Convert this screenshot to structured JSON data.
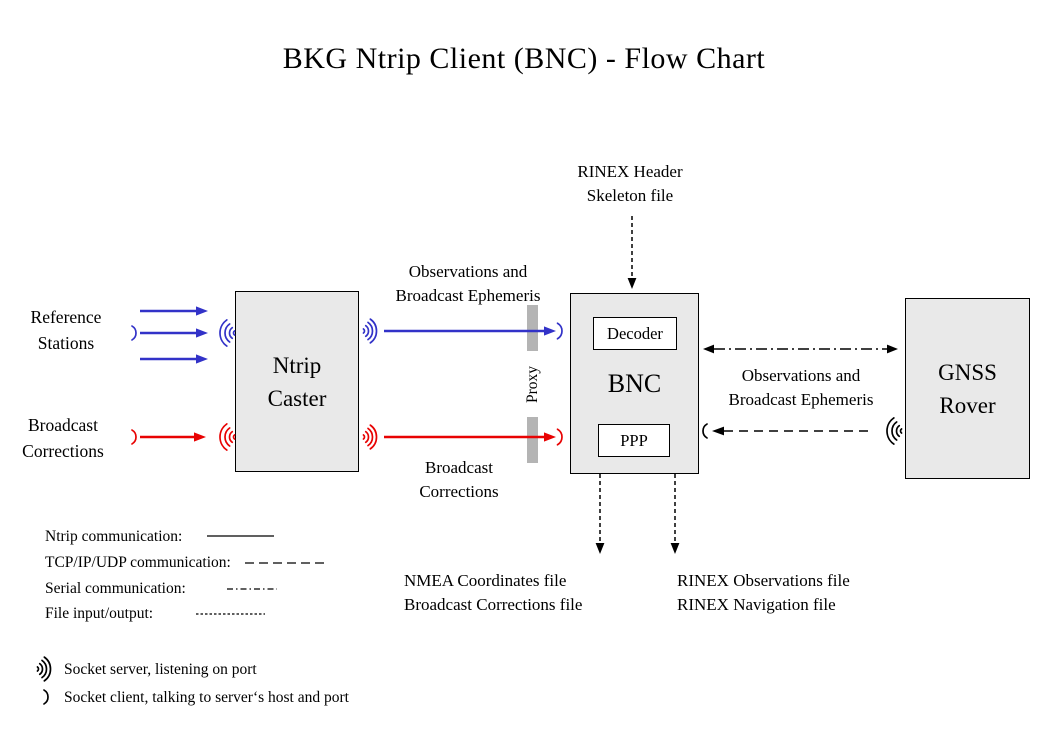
{
  "title": "BKG Ntrip Client (BNC)  -  Flow Chart",
  "colors": {
    "blue": "#3232c8",
    "red": "#e80202",
    "line": "#000000",
    "box_fill": "#e9e9e9",
    "proxy_fill": "#b4b4b4"
  },
  "nodes": {
    "ntrip_caster": "Ntrip\nCaster",
    "bnc": "BNC",
    "decoder": "Decoder",
    "ppp": "PPP",
    "gnss_rover": "GNSS\nRover",
    "proxy": "Proxy"
  },
  "labels": {
    "reference_stations": "Reference\nStations",
    "broadcast_corrections_left": "Broadcast\nCorrections",
    "obs_ephemeris_top": "Observations and\nBroadcast Ephemeris",
    "broadcast_corrections_mid": "Broadcast\nCorrections",
    "rinex_header": "RINEX Header\nSkeleton file",
    "obs_ephemeris_right": "Observations and\nBroadcast Ephemeris",
    "outputs_left": "NMEA Coordinates file\nBroadcast Corrections file",
    "outputs_right": "RINEX Observations file\nRINEX Navigation file"
  },
  "legend": {
    "items": [
      {
        "label": "Ntrip communication:",
        "style": "solid"
      },
      {
        "label": "TCP/IP/UDP communication:",
        "style": "dashed"
      },
      {
        "label": "Serial communication:",
        "style": "dashdot"
      },
      {
        "label": "File input/output:",
        "style": "dotted"
      }
    ],
    "socket_server": "Socket server, listening on port",
    "socket_client": "Socket client, talking to server‘s host and port"
  }
}
